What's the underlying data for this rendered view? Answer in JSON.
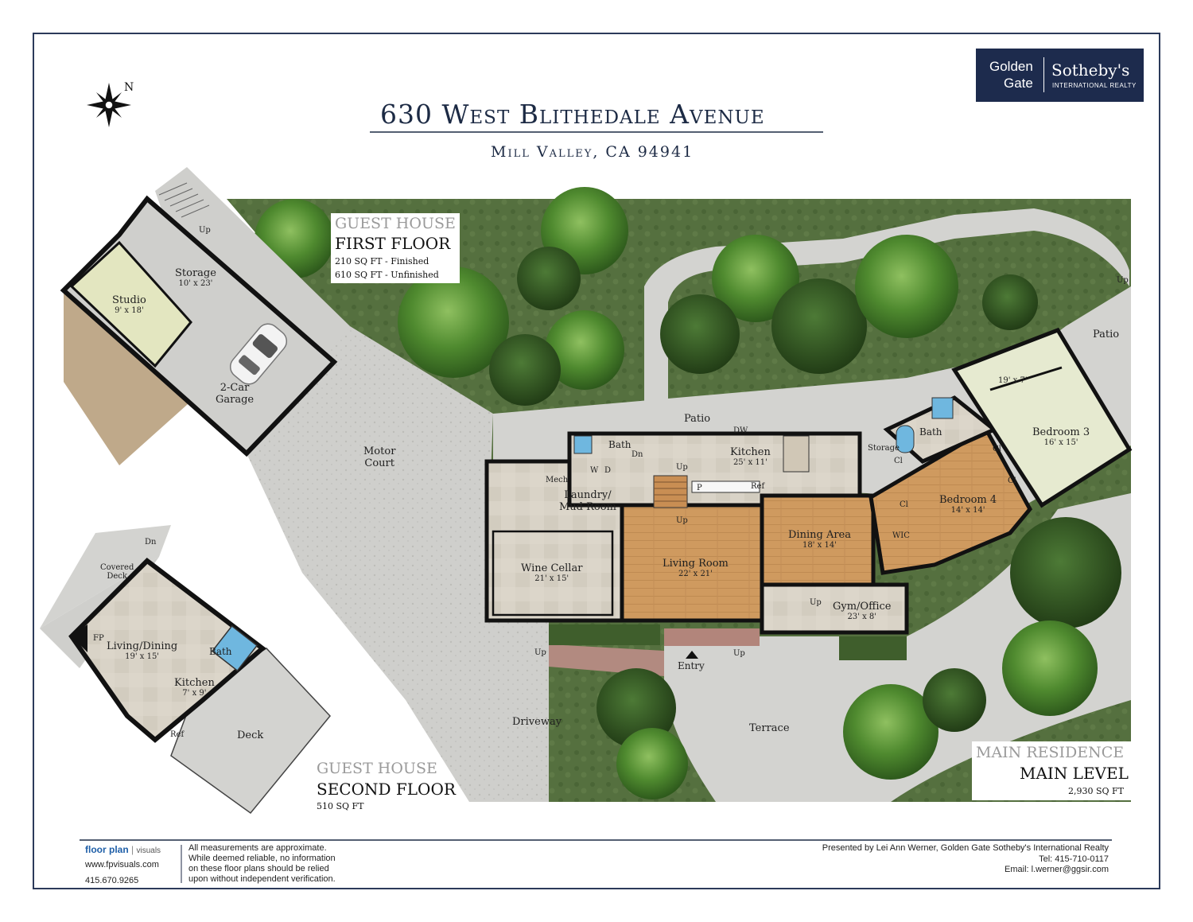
{
  "header": {
    "title": "630 West Blithedale Avenue",
    "subtitle": "Mill Valley, CA 94941",
    "compass_label": "N"
  },
  "logo": {
    "left_line1": "Golden",
    "left_line2": "Gate",
    "right_line1": "Sotheby's",
    "right_line2": "INTERNATIONAL REALTY"
  },
  "guest_first": {
    "heading1": "GUEST HOUSE",
    "heading2": "FIRST FLOOR",
    "line1": "210 SQ FT - Finished",
    "line2": "610 SQ FT - Unfinished",
    "rooms": {
      "storage": "Storage",
      "storage_dim": "10' x 23'",
      "studio": "Studio",
      "studio_dim": "9' x 18'",
      "garage1": "2-Car",
      "garage2": "Garage",
      "up": "Up"
    }
  },
  "guest_second": {
    "heading1": "GUEST HOUSE",
    "heading2": "SECOND FLOOR",
    "line1": "510 SQ FT",
    "rooms": {
      "covered_deck1": "Covered",
      "covered_deck2": "Deck",
      "dn": "Dn",
      "fp": "FP",
      "living": "Living/Dining",
      "living_dim": "19' x 15'",
      "bath": "Bath",
      "kitchen": "Kitchen",
      "kitchen_dim": "7' x 9'",
      "ref": "Ref",
      "deck": "Deck"
    }
  },
  "main": {
    "heading1": "MAIN RESIDENCE",
    "heading2": "MAIN LEVEL",
    "line1": "2,930 SQ FT",
    "rooms": {
      "motor_court1": "Motor",
      "motor_court2": "Court",
      "patio_top": "Patio",
      "patio_right": "Patio",
      "bath1": "Bath",
      "dn": "Dn",
      "kitchen": "Kitchen",
      "kitchen_dim": "25' x 11'",
      "dw": "DW",
      "up1": "Up",
      "p": "P",
      "ref": "Ref",
      "mech": "Mech",
      "w": "W",
      "d": "D",
      "laundry1": "Laundry/",
      "laundry2": "Mud Room",
      "up2": "Up",
      "wine": "Wine Cellar",
      "wine_dim": "21' x 15'",
      "living": "Living Room",
      "living_dim": "22' x 21'",
      "dining": "Dining Area",
      "dining_dim": "18' x 14'",
      "gym": "Gym/Office",
      "gym_dim": "23' x 8'",
      "up3": "Up",
      "storage": "Storage",
      "cl1": "Cl",
      "bath2": "Bath",
      "room_19x7": "19' x 7'",
      "bed3": "Bedroom 3",
      "bed3_dim": "16' x 15'",
      "cl2": "Cl",
      "cl3": "Cl",
      "bed4": "Bedroom 4",
      "bed4_dim": "14' x 14'",
      "cl4": "Cl",
      "wic": "WIC",
      "up_left": "Up",
      "up_entry": "Up",
      "entry": "Entry",
      "driveway": "Driveway",
      "terrace": "Terrace",
      "up_top_right": "Up"
    }
  },
  "footer": {
    "brand1": "floor plan",
    "brand2": "visuals",
    "web": "www.fpvisuals.com",
    "phone": "415.670.9265",
    "disclaimer": [
      "All measurements are approximate.",
      "While deemed reliable, no information",
      "on these floor plans should be relied",
      "upon without independent verification."
    ],
    "presented": "Presented by Lei Ann Werner, Golden Gate Sotheby's International Realty",
    "tel": "Tel: 415-710-0117",
    "email": "Email: l.werner@ggsir.com"
  },
  "colors": {
    "navy": "#1c2a44",
    "wood": "#cf9a5f",
    "tile": "#d8d2c6",
    "studio": "#e3e6c0",
    "bedroom3": "#e6ead0",
    "grass": "#4e6b3a",
    "paving": "#cfcfcc"
  }
}
